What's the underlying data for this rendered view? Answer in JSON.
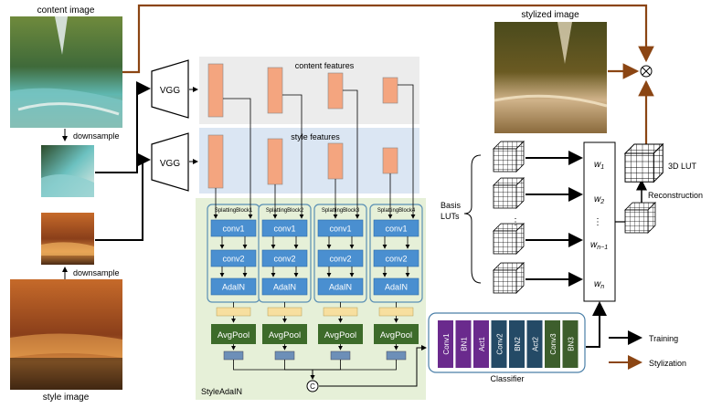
{
  "labels": {
    "content_image": "content image",
    "style_image": "style image",
    "downsample": "downsample",
    "stylized_image": "stylized image",
    "vgg": "VGG",
    "content_features": "content features",
    "style_features": "style features",
    "splatting_blocks": [
      "SplattingBlock1",
      "SplattingBlock2",
      "SplattingBlock3",
      "SplattingBlock4"
    ],
    "conv1": "conv1",
    "conv2": "conv2",
    "adain": "AdaIN",
    "avgpool": "AvgPool",
    "concat": "C",
    "style_adain": "StyleAdaIN",
    "basis_luts": [
      "Basis",
      "LUTs"
    ],
    "weights": [
      "w",
      "w",
      "w",
      "w"
    ],
    "weight_subscripts": [
      "1",
      "2",
      "n−1",
      "n"
    ],
    "vdots": "⋮",
    "lut_3d": "3D LUT",
    "reconstruction": "Reconstruction",
    "multiply": "⊗",
    "classifier_layers": [
      "Conv1",
      "BN1",
      "Act1",
      "Conv2",
      "BN2",
      "Act2",
      "Conv3",
      "BN3"
    ],
    "classifier": "Classifier",
    "legend_training": "Training",
    "legend_stylization": "Stylization"
  },
  "colors": {
    "feature_bg_content": "#ececec",
    "feature_bg_style": "#dbe6f3",
    "feature_map": "#f4a57f",
    "style_adain_bg": "#e6f0d8",
    "block_border": "#5a8fb4",
    "block_fill": "#4a8fd0",
    "pool_fill": "#3d6b2a",
    "pool_in": "#f7df9f",
    "pool_out": "#6d8fb8",
    "classifier_purple": "#6a2a8d",
    "classifier_teal": "#244a66",
    "classifier_green": "#3d5e2c",
    "stylization_arrow": "#8b4513",
    "training_arrow": "#000000"
  },
  "icons": [
    "vgg-encoder-icon",
    "lut-cube-icon",
    "concat-icon",
    "multiply-icon"
  ]
}
